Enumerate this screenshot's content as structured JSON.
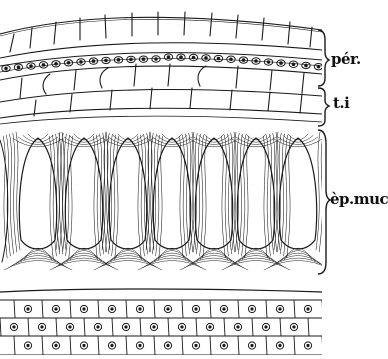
{
  "figure": {
    "labels": {
      "pericarp": "pér.",
      "inner_tegument": "t.i",
      "mucilage_epidermis": "èp.muc"
    }
  }
}
